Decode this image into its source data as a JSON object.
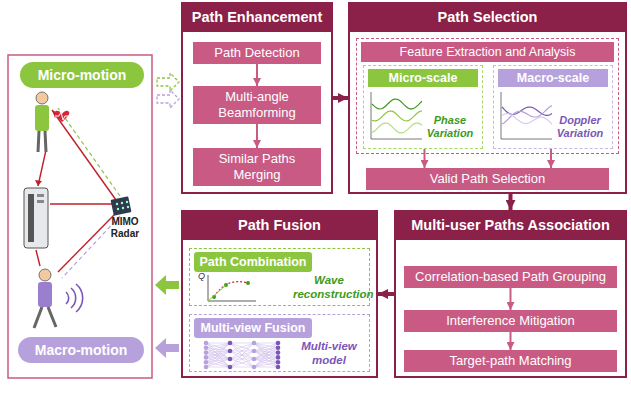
{
  "diagram": {
    "nodes": [
      {
        "text": [
          "Micro-motion"
        ]
      },
      {
        "text": [
          "Macro-motion"
        ]
      },
      {
        "text": [
          "Path Enhancement"
        ]
      },
      {
        "text": [
          "Path Detection"
        ],
        "in": 2
      },
      {
        "text": [
          "Multi-angle Beamforming"
        ],
        "in": 2
      },
      {
        "text": [
          "Similar Paths Merging"
        ],
        "in": 2
      },
      {
        "text": [
          "Path Selection"
        ]
      },
      {
        "text": [
          "Feature Extraction and Analysis"
        ],
        "in": 6
      },
      {
        "text": [
          "Micro-scale",
          "Phase Variation"
        ],
        "in": 7
      },
      {
        "text": [
          "Macro-scale",
          "Doppler Variation"
        ],
        "in": 7
      },
      {
        "text": [
          "Valid Path Selection"
        ],
        "in": 6
      },
      {
        "text": [
          "Multi-user Paths Association"
        ]
      },
      {
        "text": [
          "Correlation-based Path Grouping"
        ],
        "in": 11
      },
      {
        "text": [
          "Interference Mitigation"
        ],
        "in": 11
      },
      {
        "text": [
          "Target-path Matching"
        ],
        "in": 11
      },
      {
        "text": [
          "Path Fusion"
        ]
      },
      {
        "text": [
          "Path Combination",
          "Wave reconstruction"
        ],
        "in": 15
      },
      {
        "text": [
          "Multi-view Fusion",
          "Multi-view model"
        ],
        "in": 15
      }
    ],
    "edges": [
      {
        "from": 3,
        "to": 4,
        "arrow": "to"
      },
      {
        "from": 4,
        "to": 5,
        "arrow": "to"
      },
      {
        "from": 2,
        "to": 6,
        "arrow": "to"
      },
      {
        "from": 8,
        "to": 10,
        "arrow": "to"
      },
      {
        "from": 9,
        "to": 10,
        "arrow": "to"
      },
      {
        "from": 6,
        "to": 11,
        "arrow": "to"
      },
      {
        "from": 12,
        "to": 13,
        "arrow": "to"
      },
      {
        "from": 13,
        "to": 14,
        "arrow": "to"
      },
      {
        "from": 11,
        "to": 15,
        "arrow": "to"
      }
    ],
    "labels": [
      "MIMO Radar",
      "Q"
    ]
  }
}
